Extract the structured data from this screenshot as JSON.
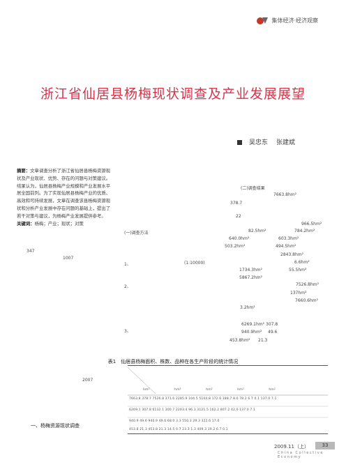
{
  "header": {
    "section": "集体经济·经济观察"
  },
  "title": "浙江省仙居县杨梅现状调查及产业发展展望",
  "authors": [
    "吴忠东",
    "张建斌"
  ],
  "abstract": {
    "label": "摘要：",
    "text": "文章调查分析了浙江省仙居县杨梅资源现状及产业现状、优势、存在的问题与对策建议。结果认为，仙居县杨梅产业规模和产业发展水平居全国前列。为了实现仙居县杨梅产业的优质、高效和可持续发展，文章在调查该县杨梅资源现状和分析产业发展中存在问题的基础上，提出了若干对策与建议，为杨梅产业发展提供参考。",
    "keywords_label": "关键词：",
    "keywords": "杨梅；产业；现状；对策"
  },
  "left_fragments": [
    "347",
    "1007",
    "2007"
  ],
  "section1": "一、杨梅资源现状调查",
  "middle_fragments": [
    "(一)调查方法",
    "1、",
    "(1:10000)",
    "2、",
    "3、"
  ],
  "right_fragments": {
    "heading": "(二)调查结果",
    "values": [
      "7663.8hm²",
      "378.7",
      "22",
      "966.5hm²",
      "82.5hm²",
      "784.2hm²",
      "640.0hm²",
      "603.3hm²",
      "503.2hm²",
      "494.5hm²",
      "2843.8hm²",
      "6.6hm²",
      "1734.3hm²",
      "55.5hm²",
      "5867.2hm²",
      "7526.8hm²",
      "137hm²",
      "7660.6hm²",
      "3.2hm²",
      "6269.1hm²",
      "307.8",
      "940.9hm²",
      "49.6",
      "453.8hm²",
      "21.3"
    ]
  },
  "table": {
    "title": "表1　仙居县杨梅面积、株数、品种在各生产阶段的统计情况",
    "header_units": [
      "hm²",
      "hm²",
      "hm²",
      "hm²",
      "hm²"
    ],
    "rows": [
      "7663.8 378.7 7526.8 371.6 2285.9 104.5 5104.8 172.6 188.7 8.0 78.2 6.7 0.1 137.0 7.1",
      "6269.1 307.8 6132.1 300.7 2203.4 96.3 3121.5 162.2 807.2 42.0 137.0 7.1",
      "940.9 49.6 940.9 49.6 68.0 3.3 550.3 29.3 322.6 17.0",
      "453.8 21.3 453.8 21.3 14.5 0.7 23.3 1.3 409.3 19.2 6.7 0.1"
    ]
  },
  "footer": {
    "date": "2009.11（上）",
    "page": "33",
    "journal": "China Collective Economy"
  },
  "colors": {
    "title": "#d8334a",
    "accent": "#c0392b"
  }
}
